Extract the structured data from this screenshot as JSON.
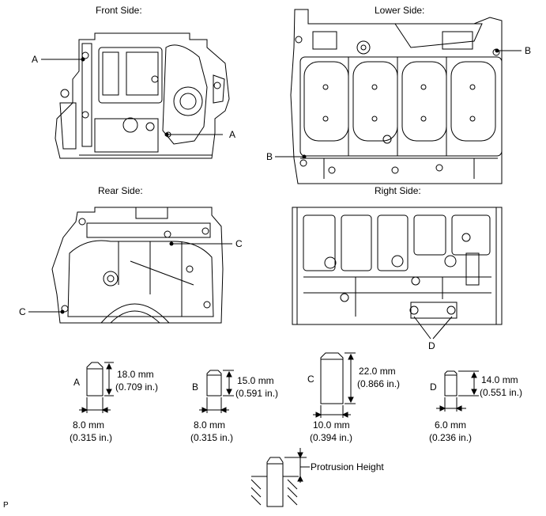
{
  "views": {
    "front": "Front Side:",
    "lower": "Lower Side:",
    "rear": "Rear Side:",
    "right": "Right Side:"
  },
  "callouts": {
    "a": "A",
    "b": "B",
    "c": "C",
    "d": "D"
  },
  "pins": [
    {
      "letter": "A",
      "length_mm": "18.0 mm",
      "length_in": "(0.709 in.)",
      "dia_mm": "8.0 mm",
      "dia_in": "(0.315 in.)"
    },
    {
      "letter": "B",
      "length_mm": "15.0 mm",
      "length_in": "(0.591 in.)",
      "dia_mm": "8.0 mm",
      "dia_in": "(0.315 in.)"
    },
    {
      "letter": "C",
      "length_mm": "22.0 mm",
      "length_in": "(0.866 in.)",
      "dia_mm": "10.0 mm",
      "dia_in": "(0.394 in.)"
    },
    {
      "letter": "D",
      "length_mm": "14.0 mm",
      "length_in": "(0.551 in.)",
      "dia_mm": "6.0 mm",
      "dia_in": "(0.236 in.)"
    }
  ],
  "protrusion_label": "Protrusion Height",
  "footer_mark": "P"
}
